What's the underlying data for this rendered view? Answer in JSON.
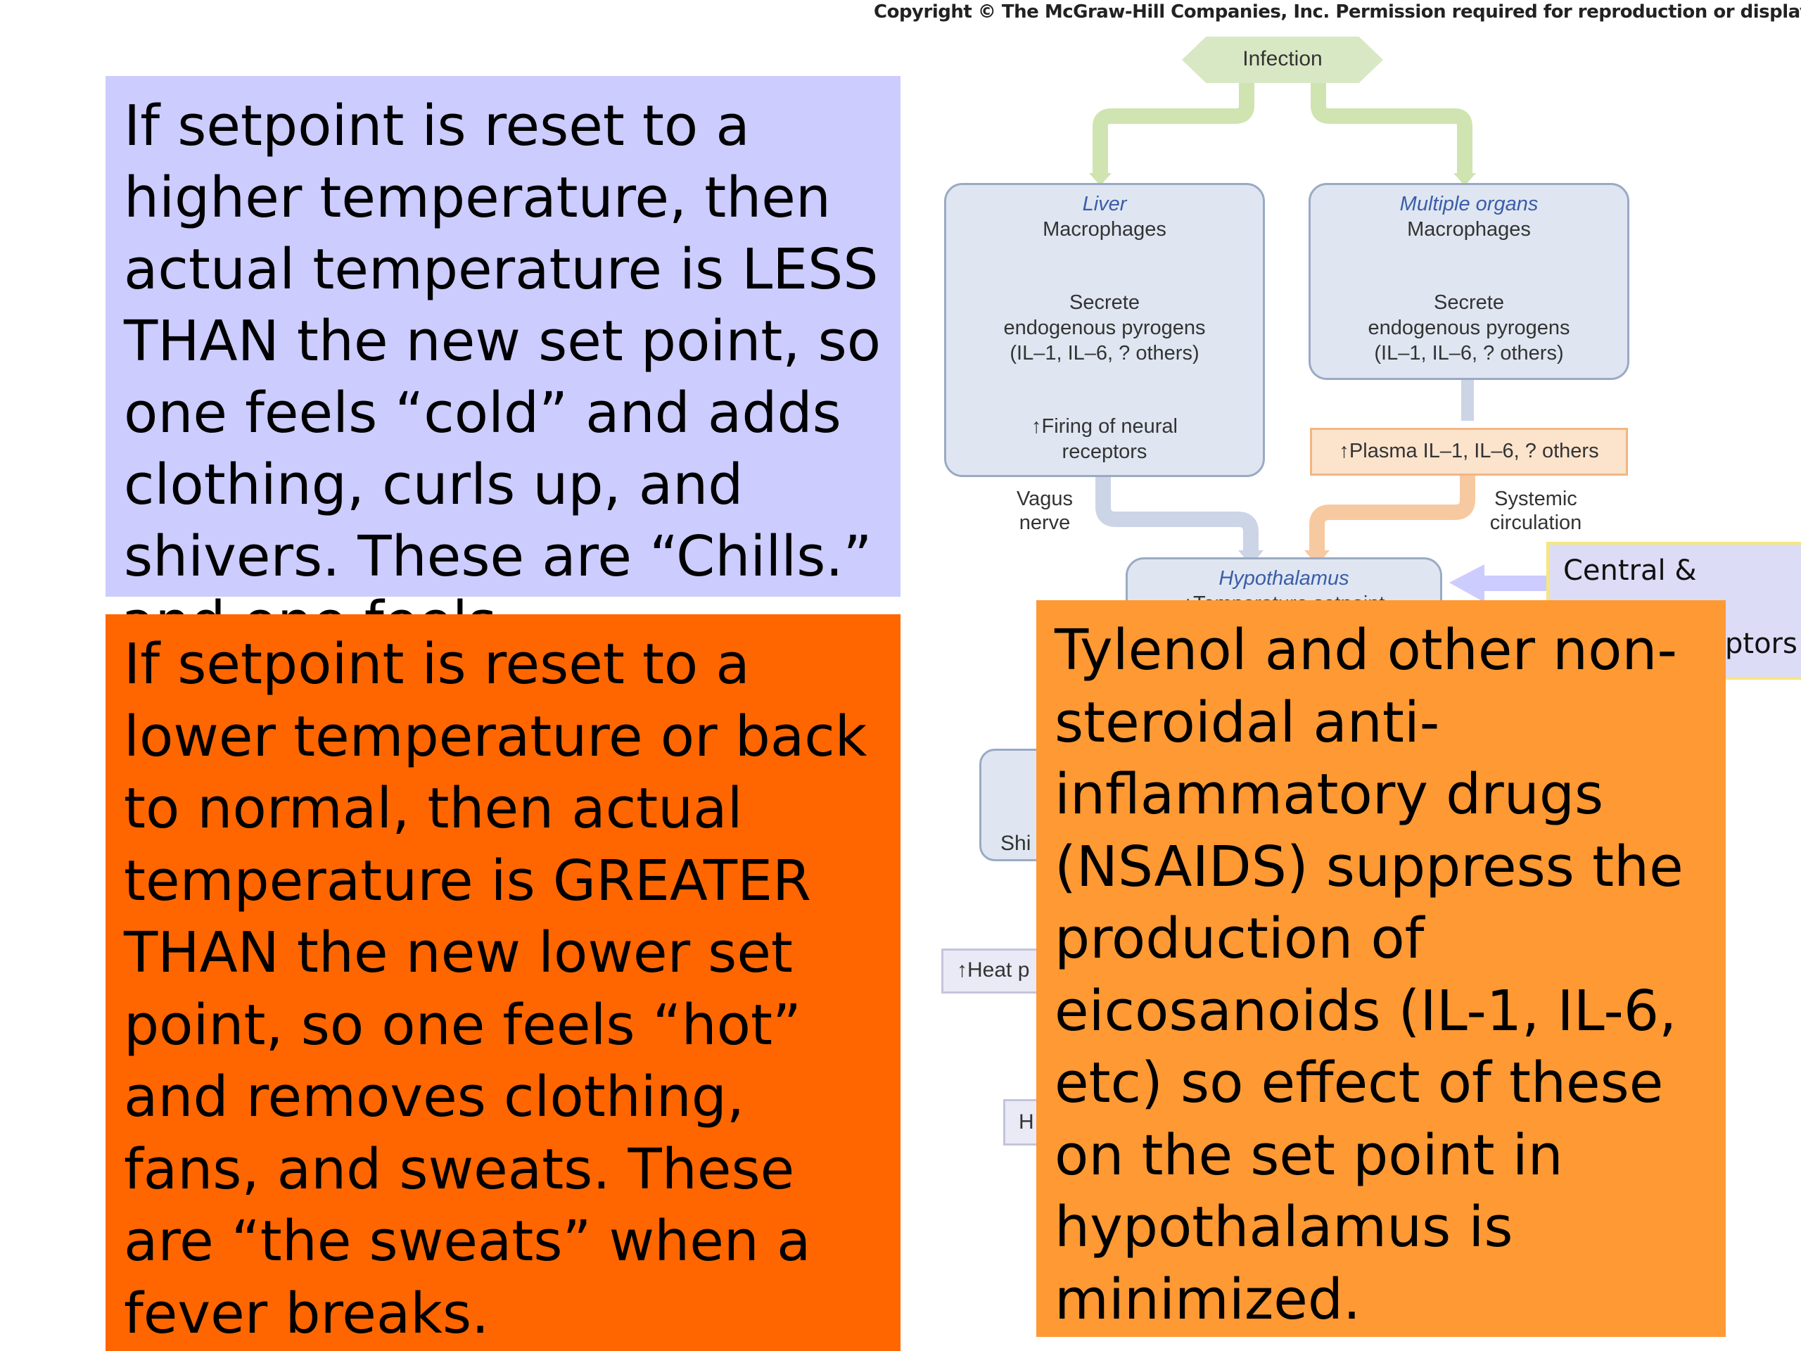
{
  "copyright": "Copyright © The McGraw-Hill Companies, Inc. Permission required for reproduction or display.",
  "diagram": {
    "infection": "Infection",
    "liver": {
      "label": "Liver",
      "line1": "Macrophages",
      "line2": "Secrete",
      "line3": "endogenous pyrogens",
      "line4": "(IL–1, IL–6, ? others)",
      "line5": "↑Firing of neural",
      "line6": "receptors"
    },
    "organs": {
      "label": "Multiple organs",
      "line1": "Macrophages",
      "line2": "Secrete",
      "line3": "endogenous pyrogens",
      "line4": "(IL–1, IL–6, ? others)"
    },
    "plasma": "↑Plasma IL–1, IL–6, ? others",
    "vagus": [
      "Vagus",
      "nerve"
    ],
    "systemic": [
      "Systemic",
      "circulation"
    ],
    "hypothalamus": "Hypothalamus",
    "hypothalamus_sub": "↑Temperature setpoint",
    "partial_shiv": "Shi",
    "partial_heat": "↑Heat p",
    "partial_h": "H",
    "colors": {
      "liver_arrow": "#cfe4b0",
      "plasma_arrow": "#f7c9a0",
      "box_fill": "#dfe6f1",
      "box_border": "#9aaac4"
    }
  },
  "central_box": {
    "line1": "Central &",
    "line3_end": "ptors"
  },
  "ghost_text": "and one feels",
  "panel_blue": {
    "text": "If setpoint is reset to a higher temperature, then actual temperature is LESS THAN the new set point, so one feels “cold” and adds clothing, curls up, and shivers.  These are “Chills.”",
    "color": "#ccccff"
  },
  "panel_orange": {
    "text": "If setpoint is reset to a lower temperature or back to normal, then actual temperature is GREATER THAN the new lower set point, so one feels “hot” and removes clothing, fans, and sweats.  These are “the sweats” when a fever breaks.",
    "color": "#ff6600"
  },
  "panel_tan": {
    "text": "Tylenol and other non-steroidal anti-inflammatory drugs (NSAIDS) suppress the production of eicosanoids (IL-1, IL-6, etc) so effect of these on the set point in hypothalamus is minimized.",
    "color": "#ff9933"
  }
}
